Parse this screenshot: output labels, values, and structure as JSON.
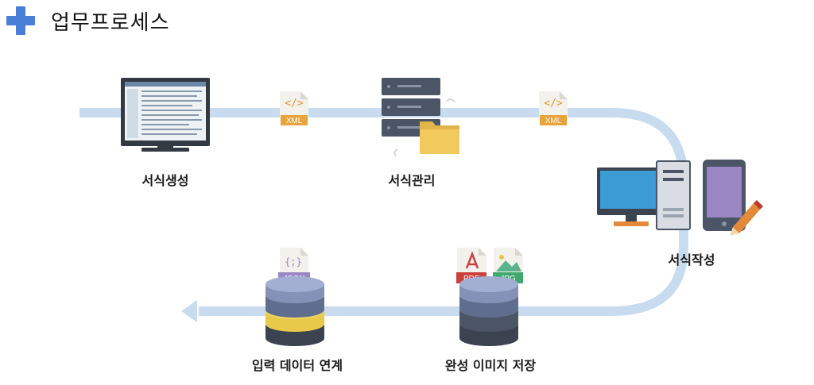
{
  "header": {
    "title": "업무프로세스"
  },
  "steps": {
    "create": "서식생성",
    "manage": "서식관리",
    "write": "서식작성",
    "save": "완성 이미지 저장",
    "export": "입력 데이터 연계"
  },
  "tags": {
    "xml1": "XML",
    "xml2": "XML",
    "pdf": "PDF",
    "jpg": "JPG",
    "json": "JSON",
    "json_glyph": "{;}"
  },
  "colors": {
    "flow": "#c9dcef",
    "accent": "#4a7fd8",
    "tag_orange": "#e8a33a",
    "tag_red": "#c9423d",
    "tag_green": "#3fa86e",
    "tag_purple": "#9b86c4"
  }
}
